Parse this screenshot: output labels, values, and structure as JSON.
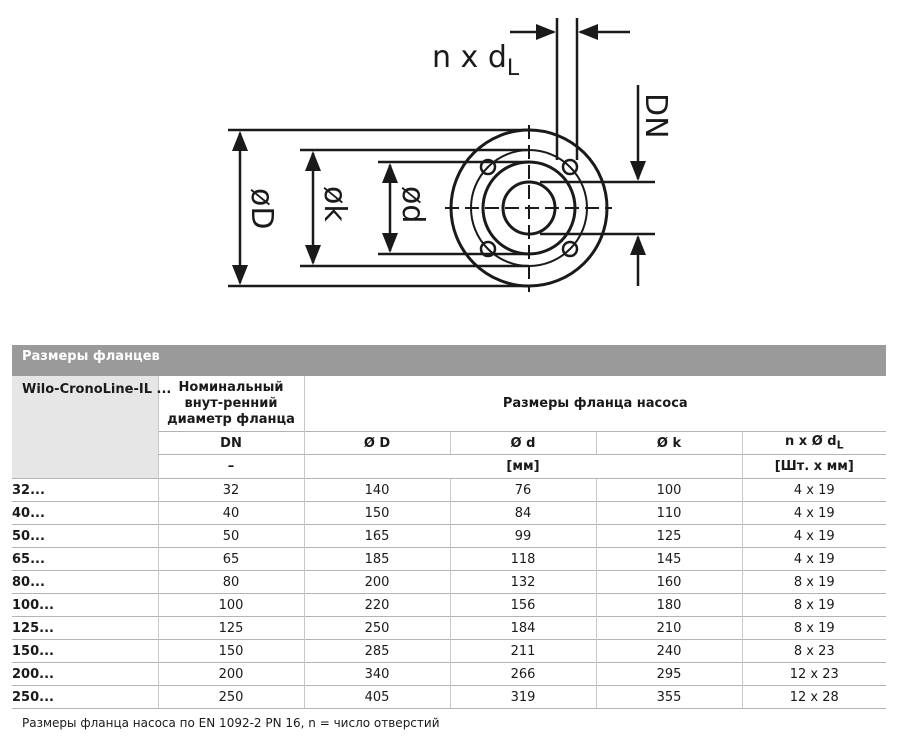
{
  "diagram": {
    "labels": {
      "n_x_d": "n x d",
      "n_x_d_sub": "L",
      "dn": "DN",
      "od_D": "øD",
      "od_k": "øk",
      "od_d": "ød"
    }
  },
  "table": {
    "section_title": "Размеры фланцев",
    "header": {
      "model": "Wilo-CronoLine-IL ...",
      "nominal": "Номинальный внут-ренний диаметр фланца",
      "group": "Размеры фланца насоса",
      "dn_symbol": "DN",
      "d_outer_symbol": "Ø D",
      "d_inner_symbol": "Ø d",
      "k_symbol": "Ø k",
      "holes_symbol": "n x Ø d",
      "holes_symbol_sub": "L",
      "dn_unit": "–",
      "mm_unit": "[мм]",
      "holes_unit": "[Шт. x мм]"
    },
    "rows": [
      {
        "model": "32...",
        "dn": "32",
        "D": "140",
        "d": "76",
        "k": "100",
        "holes": "4 x 19"
      },
      {
        "model": "40...",
        "dn": "40",
        "D": "150",
        "d": "84",
        "k": "110",
        "holes": "4 x 19"
      },
      {
        "model": "50...",
        "dn": "50",
        "D": "165",
        "d": "99",
        "k": "125",
        "holes": "4 x 19"
      },
      {
        "model": "65...",
        "dn": "65",
        "D": "185",
        "d": "118",
        "k": "145",
        "holes": "4 x 19"
      },
      {
        "model": "80...",
        "dn": "80",
        "D": "200",
        "d": "132",
        "k": "160",
        "holes": "8 x 19"
      },
      {
        "model": "100...",
        "dn": "100",
        "D": "220",
        "d": "156",
        "k": "180",
        "holes": "8 x 19"
      },
      {
        "model": "125...",
        "dn": "125",
        "D": "250",
        "d": "184",
        "k": "210",
        "holes": "8 x 19"
      },
      {
        "model": "150...",
        "dn": "150",
        "D": "285",
        "d": "211",
        "k": "240",
        "holes": "8 x 23"
      },
      {
        "model": "200...",
        "dn": "200",
        "D": "340",
        "d": "266",
        "k": "295",
        "holes": "12 x 23"
      },
      {
        "model": "250...",
        "dn": "250",
        "D": "405",
        "d": "319",
        "k": "355",
        "holes": "12 x 28"
      }
    ]
  },
  "footnote": "Размеры фланца насоса по EN 1092-2   PN 16, n = число отверстий"
}
